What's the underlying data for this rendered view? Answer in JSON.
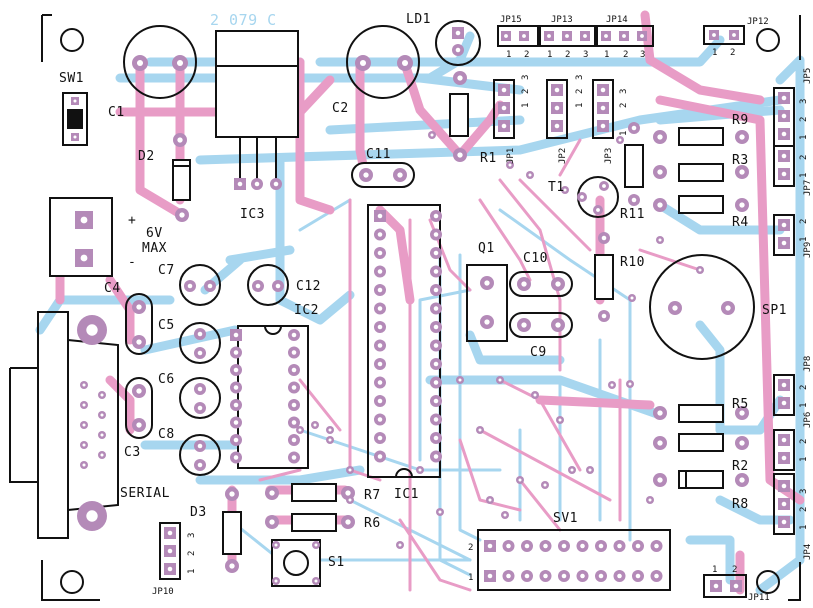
{
  "board": {
    "top_code": "2 079 C",
    "colors": {
      "background": "#ffffff",
      "top_layer": "#a7d6ef",
      "bottom_layer": "#e89cc6",
      "pad": "#b48ab8",
      "pad_hole": "#ffffff",
      "silk": "#111111"
    }
  },
  "labels": {
    "ld1": "LD1",
    "sw1": "SW1",
    "c1": "C1",
    "c2": "C2",
    "d2": "D2",
    "c11": "C11",
    "r1": "R1",
    "ic3": "IC3",
    "jp15": "JP15",
    "jp13": "JP13",
    "jp14": "JP14",
    "jp12": "JP12",
    "jp5": "JP5",
    "r9": "R9",
    "r3": "R3",
    "jp7": "JP7",
    "r4": "R4",
    "jp9": "JP9",
    "t1": "T1",
    "r11": "R11",
    "r10": "R10",
    "q1": "Q1",
    "c10": "C10",
    "c9": "C9",
    "sp1": "SP1",
    "c7": "C7",
    "c12": "C12",
    "ic2": "IC2",
    "c4": "C4",
    "c5": "C5",
    "c6": "C6",
    "c8": "C8",
    "c3": "C3",
    "serial": "SERIAL",
    "d3": "D3",
    "r7": "R7",
    "r6": "R6",
    "s1": "S1",
    "ic1": "IC1",
    "sv1": "SV1",
    "jp10": "JP10",
    "jp11": "JP11",
    "r5": "R5",
    "r2": "R2",
    "r8": "R8",
    "jp8": "JP8",
    "jp6": "JP6",
    "jp4": "JP4",
    "jp1": "JP1",
    "jp2": "JP2",
    "jp3": "JP3",
    "v6": "6V",
    "max": "MAX",
    "plus": "+",
    "minus": "-"
  },
  "pin_numbers": {
    "jp15": [
      "1",
      "2"
    ],
    "jp13": [
      "1",
      "2",
      "3"
    ],
    "jp14": [
      "1",
      "2",
      "3"
    ],
    "jp12": [
      "1",
      "2"
    ],
    "jp1": [
      "1",
      "2",
      "3"
    ],
    "jp2": [
      "1",
      "2",
      "3"
    ],
    "jp3": [
      "1",
      "2",
      "3"
    ],
    "jp5": [
      "1",
      "2",
      "3"
    ],
    "jp7": [
      "1",
      "2"
    ],
    "jp9": [
      "1",
      "2"
    ],
    "jp8": [
      "1",
      "2"
    ],
    "jp6": [
      "1",
      "2"
    ],
    "jp4": [
      "1",
      "2",
      "3"
    ],
    "jp10": [
      "1",
      "2",
      "3"
    ],
    "jp11": [
      "1",
      "2"
    ],
    "sv1_rows": [
      "2",
      "1"
    ]
  }
}
